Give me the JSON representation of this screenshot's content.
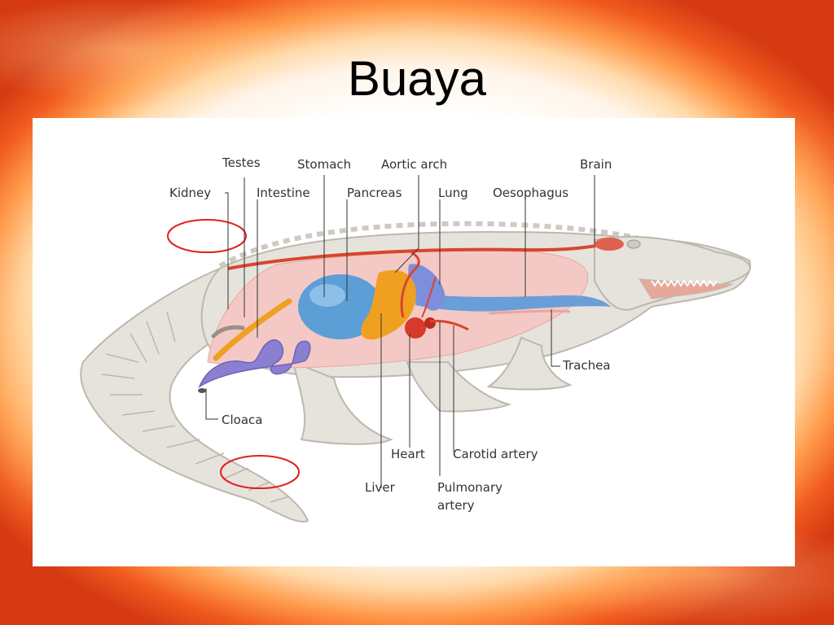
{
  "slide": {
    "title": "Buaya"
  },
  "diagram": {
    "labels": {
      "testes": "Testes",
      "stomach": "Stomach",
      "aortic_arch": "Aortic arch",
      "brain": "Brain",
      "kidney": "Kidney",
      "intestine": "Intestine",
      "pancreas": "Pancreas",
      "lung": "Lung",
      "oesophagus": "Oesophagus",
      "trachea": "Trachea",
      "cloaca": "Cloaca",
      "heart": "Heart",
      "carotid_artery": "Carotid artery",
      "liver": "Liver",
      "pulmonary_artery_1": "Pulmonary",
      "pulmonary_artery_2": "artery"
    },
    "colors": {
      "body": "#e6e3dc",
      "body_shade": "#bdb8ae",
      "cavity": "#f4c9c5",
      "stomach": "#5c9fd6",
      "intestine": "#8a7fd0",
      "liver": "#f0a020",
      "heart": "#d63a2a",
      "artery": "#d8452e",
      "lung": "#7d8fdc",
      "highlight_ring": "#e02020"
    }
  }
}
